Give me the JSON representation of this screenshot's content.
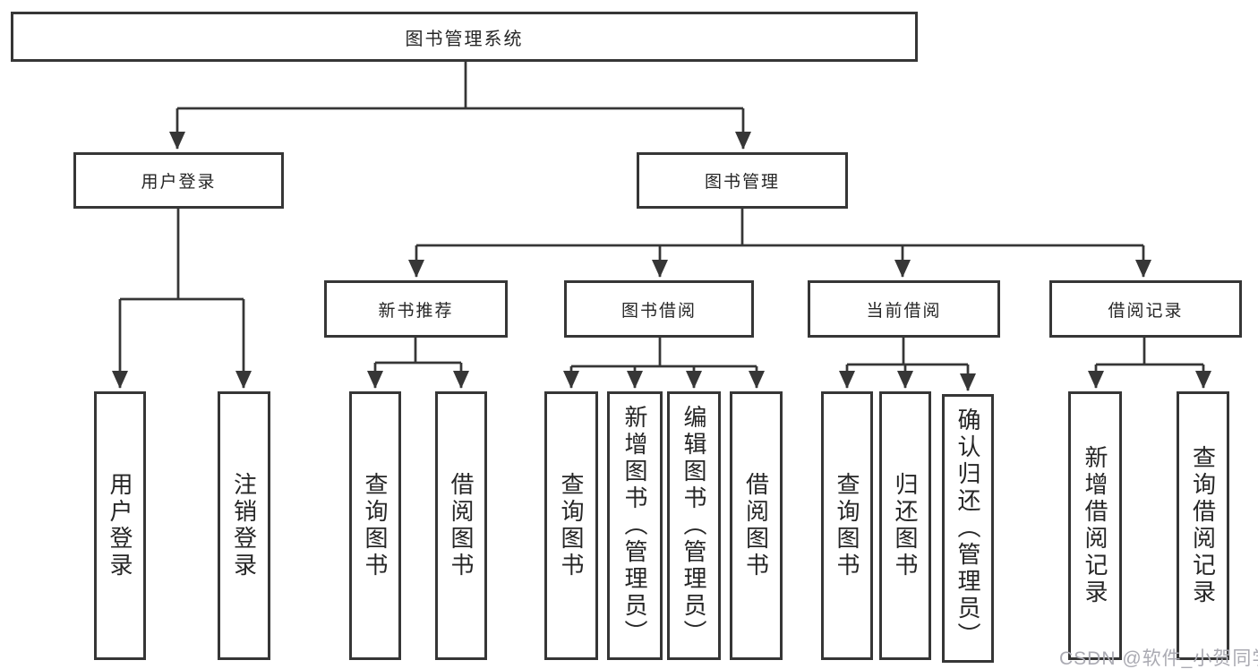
{
  "diagram": {
    "title": "图书管理系统",
    "nodes": {
      "root": {
        "label": "图书管理系统"
      },
      "level2": {
        "user_login": {
          "label": "用户登录"
        },
        "book_mgmt": {
          "label": "图书管理"
        }
      },
      "level3": {
        "new_book_rec": {
          "label": "新书推荐"
        },
        "book_borrow": {
          "label": "图书借阅"
        },
        "current_borrow": {
          "label": "当前借阅"
        },
        "borrow_records": {
          "label": "借阅记录"
        }
      },
      "leaves": {
        "ul_user_login": {
          "label": "用户登录"
        },
        "ul_logout": {
          "label": "注销登录"
        },
        "nb_query_books": {
          "label": "查询图书"
        },
        "nb_borrow_books": {
          "label": "借阅图书"
        },
        "bb_query_books": {
          "label": "查询图书"
        },
        "bb_add_books": {
          "label": "新增图书（管理员）"
        },
        "bb_edit_books": {
          "label": "编辑图书（管理员）"
        },
        "bb_borrow_books": {
          "label": "借阅图书"
        },
        "cb_query_books": {
          "label": "查询图书"
        },
        "cb_return_books": {
          "label": "归还图书"
        },
        "cb_confirm_return": {
          "label": "确认归还（管理员）"
        },
        "br_add_record": {
          "label": "新增借阅记录"
        },
        "br_query_record": {
          "label": "查询借阅记录"
        }
      }
    }
  },
  "watermark": {
    "text": "CSDN @软件_小贺同学"
  },
  "colors": {
    "line": "#363636",
    "border": "#363636",
    "text": "#262626",
    "background": "#ffffff",
    "watermark": "#aaaab2"
  }
}
